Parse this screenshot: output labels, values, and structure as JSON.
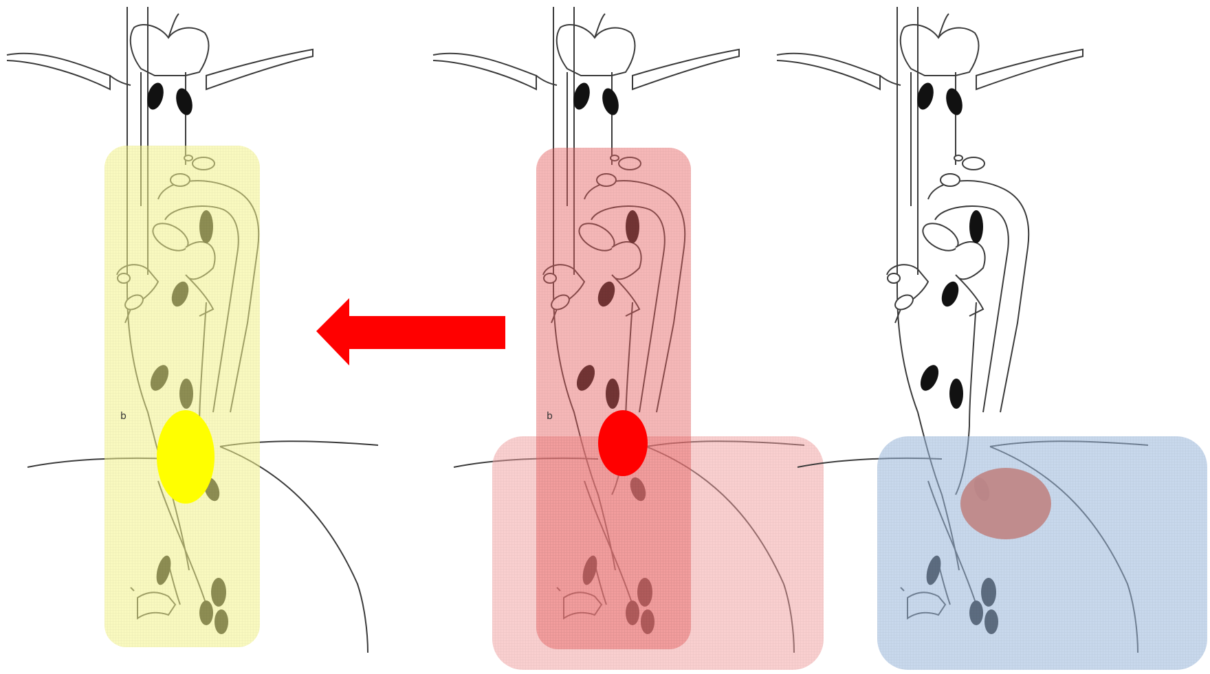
{
  "figure": {
    "panels": [
      {
        "id": "left",
        "label": "b",
        "highlight_colors": [
          "#f4f48a"
        ],
        "tumor_color": "#ffff00"
      },
      {
        "id": "middle",
        "label": "b",
        "highlight_colors": [
          "#f28080",
          "#f4a0a0"
        ],
        "tumor_color": "#ff0000"
      },
      {
        "id": "right",
        "label": "",
        "highlight_colors": [
          "#9ab8dc"
        ],
        "tumor_color": "#c08888"
      }
    ],
    "arrow": {
      "direction": "left",
      "color": "#ff0000"
    },
    "colors": {
      "line": "#3a3a3a",
      "node": "#111111"
    },
    "icons": {
      "arrow": "arrow-left-icon"
    }
  }
}
